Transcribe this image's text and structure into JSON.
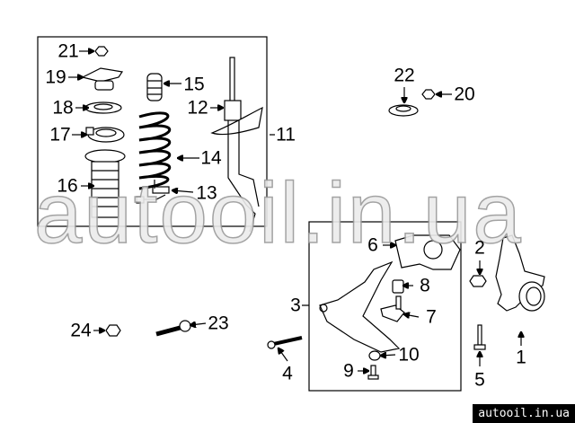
{
  "watermark": "autooil.in.ua",
  "badge": "autooil.in.ua",
  "callouts": {
    "c1": "1",
    "c2": "2",
    "c3": "3",
    "c4": "4",
    "c5": "5",
    "c6": "6",
    "c7": "7",
    "c8": "8",
    "c9": "9",
    "c10": "10",
    "c11": "11",
    "c12": "12",
    "c13": "13",
    "c14": "14",
    "c15": "15",
    "c16": "16",
    "c17": "17",
    "c18": "18",
    "c19": "19",
    "c20": "20",
    "c21": "21",
    "c22": "22",
    "c23": "23",
    "c24": "24"
  }
}
